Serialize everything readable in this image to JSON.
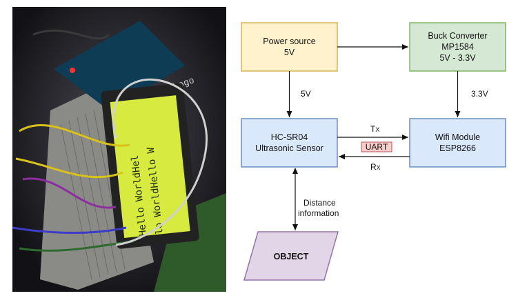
{
  "photo": {
    "lcd_line_1": "Hello WorldHel",
    "lcd_line_2": "lo WorldHello W",
    "board_text": "Logo"
  },
  "diagram": {
    "nodes": {
      "power": {
        "line1": "Power source",
        "line2": "5V",
        "fill": "#fff2cc",
        "stroke": "#d6b656"
      },
      "buck": {
        "line1": "Buck Converter",
        "line2": "MP1584",
        "line3": "5V - 3.3V",
        "fill": "#d5e8d4",
        "stroke": "#82b366"
      },
      "sensor": {
        "line1": "HC-SR04",
        "line2": "Ultrasonic Sensor",
        "fill": "#dae8fc",
        "stroke": "#6c8ebf"
      },
      "wifi": {
        "line1": "Wifi Module",
        "line2": "ESP8266",
        "fill": "#dae8fc",
        "stroke": "#6c8ebf"
      },
      "object": {
        "label": "OBJECT",
        "fill": "#e1d5e7",
        "stroke": "#9673a6"
      }
    },
    "edges": {
      "power_to_sensor": "5V",
      "buck_to_wifi": "3.3V",
      "tx": {
        "main": "T",
        "sub": "X"
      },
      "rx": {
        "main": "R",
        "sub": "X"
      },
      "uart": {
        "label": "UART",
        "fill": "#f8cecc",
        "stroke": "#b85450"
      },
      "distance_line1": "Distance",
      "distance_line2": "information"
    }
  }
}
